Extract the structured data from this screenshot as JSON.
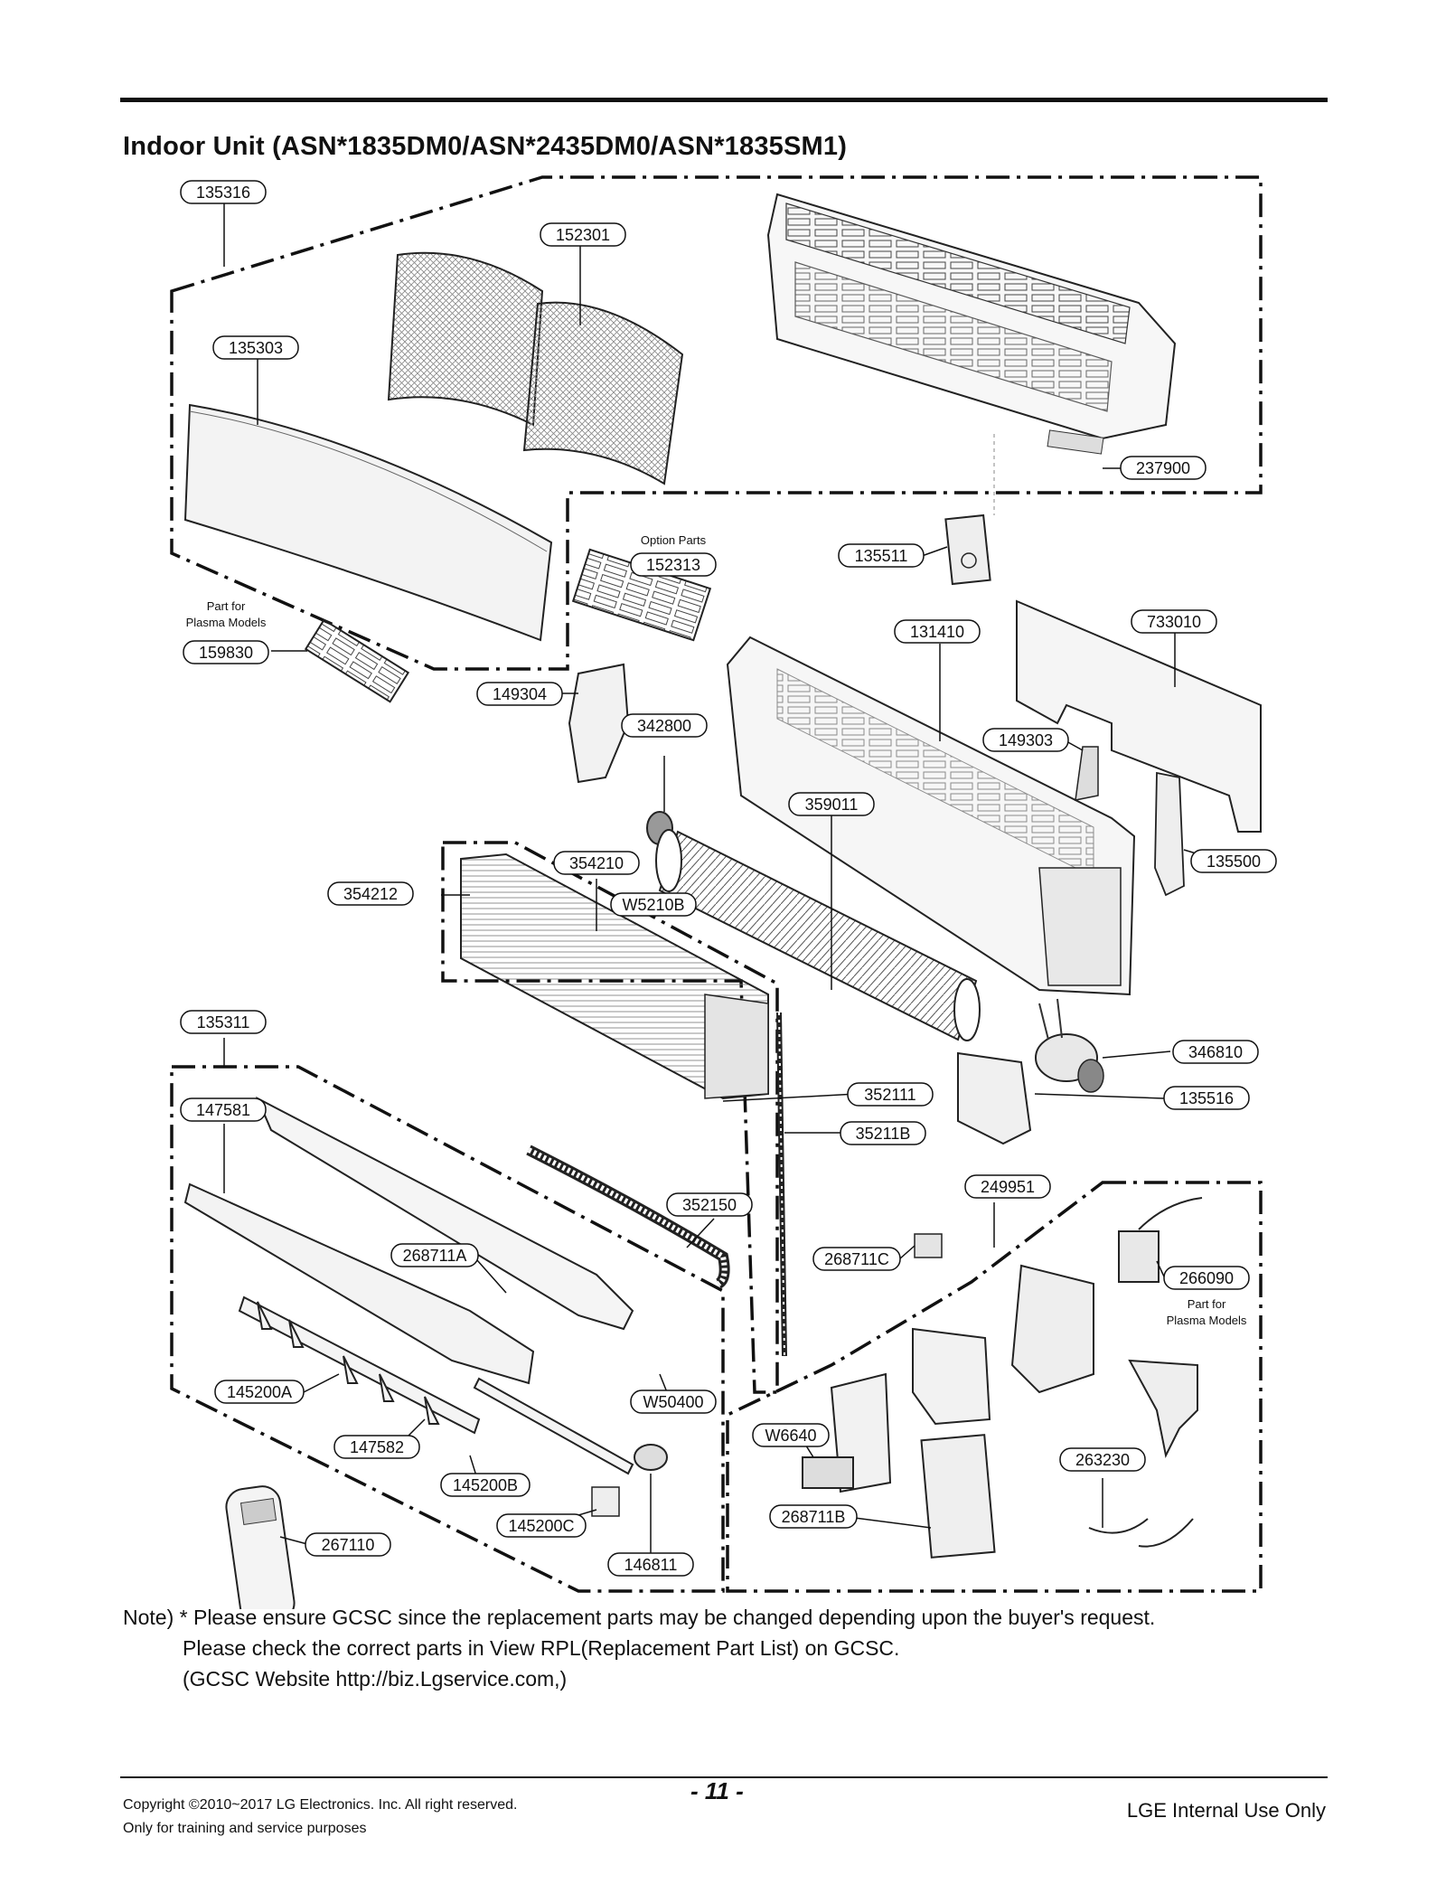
{
  "header": {
    "title": "Indoor Unit (ASN*1835DM0/ASN*2435DM0/ASN*1835SM1)"
  },
  "callouts": {
    "p135316": "135316",
    "p152301": "152301",
    "p135303": "135303",
    "p237900": "237900",
    "p135511": "135511",
    "p152313": "152313",
    "p733010": "733010",
    "p131410": "131410",
    "p159830": "159830",
    "p149304": "149304",
    "p342800": "342800",
    "p149303": "149303",
    "p359011": "359011",
    "p135500": "135500",
    "p354210": "354210",
    "p354212": "354212",
    "pW5210B": "W5210B",
    "p135311": "135311",
    "p346810": "346810",
    "p352111": "352111",
    "p135516": "135516",
    "p147581": "147581",
    "p35211B": "35211B",
    "p249951": "249951",
    "p352150": "352150",
    "p268711A": "268711A",
    "p268711C": "268711C",
    "p266090": "266090",
    "p145200A": "145200A",
    "pW50400": "W50400",
    "pW6640": "W6640",
    "p147582": "147582",
    "p263230": "263230",
    "p145200B": "145200B",
    "p268711B": "268711B",
    "p145200C": "145200C",
    "p267110": "267110",
    "p146811": "146811"
  },
  "labels": {
    "option_parts": "Option Parts",
    "plasma_left_1": "Part for",
    "plasma_left_2": "Plasma Models",
    "plasma_right_1": "Part for",
    "plasma_right_2": "Plasma Models"
  },
  "note": {
    "line1": "Note) * Please ensure GCSC since the replacement parts may be changed depending upon the buyer's request.",
    "line2": "Please check  the correct parts in View RPL(Replacement Part List) on GCSC.",
    "line3": "(GCSC Website  http://biz.Lgservice.com,)"
  },
  "footer": {
    "copyright": "Copyright ©2010~2017 LG Electronics. Inc. All right reserved.",
    "training": "Only for training and service purposes",
    "page_number": "- 11 -",
    "internal": "LGE Internal Use Only"
  }
}
